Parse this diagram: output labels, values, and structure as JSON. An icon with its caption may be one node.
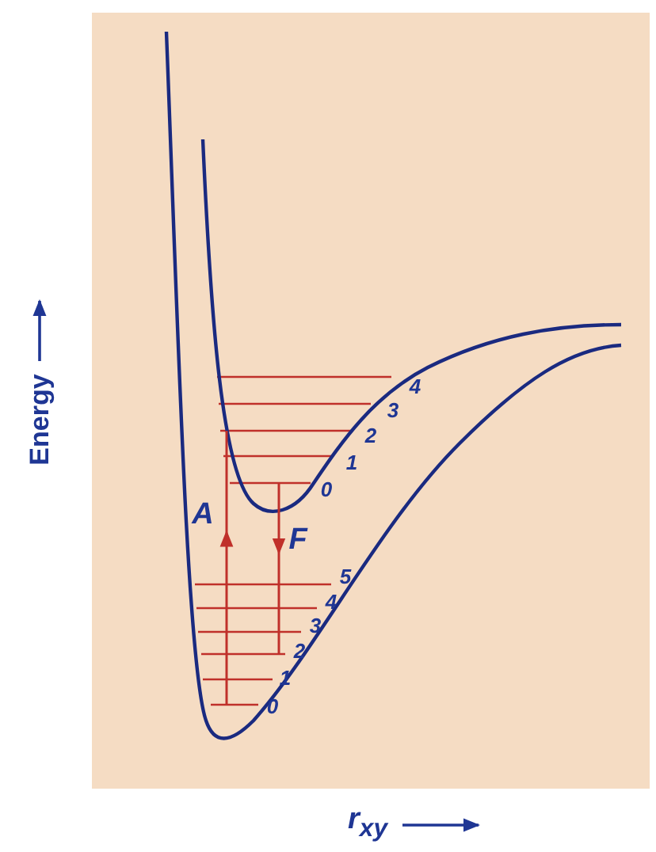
{
  "diagram": {
    "labels": [
      "Energy",
      "4",
      "3",
      "2",
      "1",
      "0",
      "A",
      "F",
      "5",
      "4",
      "3",
      "2",
      "1",
      "0",
      "r$_{xy}$"
    ]
  }
}
